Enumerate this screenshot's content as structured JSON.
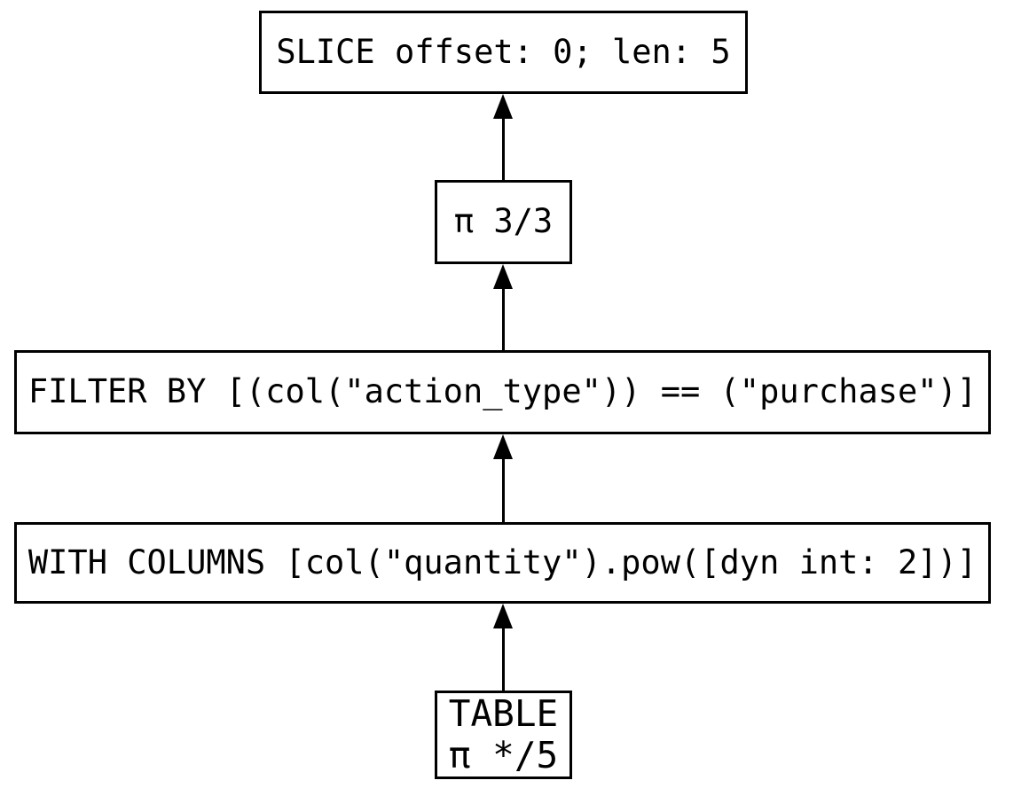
{
  "colors": {
    "background": "#ffffff",
    "node_fill": "#ffffff",
    "node_border": "#000000",
    "edge": "#000000",
    "text": "#000000"
  },
  "nodes": {
    "slice": {
      "label": "SLICE offset: 0; len: 5"
    },
    "projection": {
      "label": "π 3/3"
    },
    "filter": {
      "label": "FILTER BY [(col(\"action_type\")) == (\"purchase\")]"
    },
    "with_columns": {
      "label": "WITH COLUMNS [col(\"quantity\").pow([dyn int: 2])]"
    },
    "table": {
      "line1": "TABLE",
      "line2": "π */5"
    }
  },
  "edges": [
    {
      "from": "projection",
      "to": "slice",
      "direction": "up"
    },
    {
      "from": "filter",
      "to": "projection",
      "direction": "up"
    },
    {
      "from": "with_columns",
      "to": "filter",
      "direction": "up"
    },
    {
      "from": "table",
      "to": "with_columns",
      "direction": "up"
    }
  ]
}
